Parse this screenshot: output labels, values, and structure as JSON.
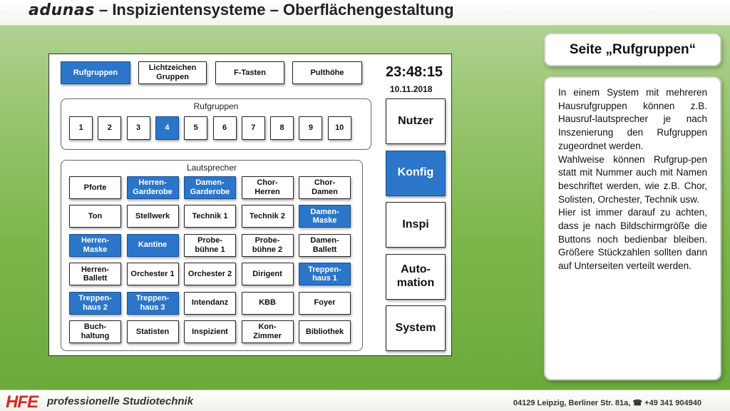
{
  "header": {
    "brand": "adunas",
    "title_rest": " – Inspizientensysteme – Oberflächengestaltung"
  },
  "footer": {
    "logo": "HFE",
    "left": "professionelle Studiotechnik",
    "right": "04129 Leipzig, Berliner Str. 81a, ☎ +49 341 904940"
  },
  "screen": {
    "top_buttons": [
      {
        "label": "Rufgruppen",
        "active": true
      },
      {
        "label": "Lichtzeichen Gruppen",
        "active": false
      },
      {
        "label": "F-Tasten",
        "active": false
      },
      {
        "label": "Pulthöhe",
        "active": false
      }
    ],
    "clock": "23:48:15",
    "date": "10.11.2018",
    "rufgruppen_title": "Rufgruppen",
    "rufgruppen": [
      {
        "label": "1",
        "active": false
      },
      {
        "label": "2",
        "active": false
      },
      {
        "label": "3",
        "active": false
      },
      {
        "label": "4",
        "active": true
      },
      {
        "label": "5",
        "active": false
      },
      {
        "label": "6",
        "active": false
      },
      {
        "label": "7",
        "active": false
      },
      {
        "label": "8",
        "active": false
      },
      {
        "label": "9",
        "active": false
      },
      {
        "label": "10",
        "active": false
      }
    ],
    "lautsprecher_title": "Lautsprecher",
    "lautsprecher": [
      {
        "label": "Pforte",
        "active": false
      },
      {
        "label": "Herren-\nGarderobe",
        "active": true
      },
      {
        "label": "Damen-\nGarderobe",
        "active": true
      },
      {
        "label": "Chor-\nHerren",
        "active": false
      },
      {
        "label": "Chor-\nDamen",
        "active": false
      },
      {
        "label": "Ton",
        "active": false
      },
      {
        "label": "Stellwerk",
        "active": false
      },
      {
        "label": "Technik 1",
        "active": false
      },
      {
        "label": "Technik 2",
        "active": false
      },
      {
        "label": "Damen-\nMaske",
        "active": true
      },
      {
        "label": "Herren-\nMaske",
        "active": true
      },
      {
        "label": "Kantine",
        "active": true
      },
      {
        "label": "Probe-\nbühne 1",
        "active": false
      },
      {
        "label": "Probe-\nbühne 2",
        "active": false
      },
      {
        "label": "Damen-\nBallett",
        "active": false
      },
      {
        "label": "Herren-\nBallett",
        "active": false
      },
      {
        "label": "Orchester 1",
        "active": false
      },
      {
        "label": "Orchester 2",
        "active": false
      },
      {
        "label": "Dirigent",
        "active": false
      },
      {
        "label": "Treppen-\nhaus 1",
        "active": true
      },
      {
        "label": "Treppen-\nhaus 2",
        "active": true
      },
      {
        "label": "Treppen-\nhaus 3",
        "active": true
      },
      {
        "label": "Intendanz",
        "active": false
      },
      {
        "label": "KBB",
        "active": false
      },
      {
        "label": "Foyer",
        "active": false
      },
      {
        "label": "Buch-\nhaltung",
        "active": false
      },
      {
        "label": "Statisten",
        "active": false
      },
      {
        "label": "Inspizient",
        "active": false
      },
      {
        "label": "Kon-\nZimmer",
        "active": false
      },
      {
        "label": "Bibliothek",
        "active": false
      }
    ],
    "side_buttons": [
      {
        "label": "Nutzer",
        "active": false
      },
      {
        "label": "Konfig",
        "active": true
      },
      {
        "label": "Inspi",
        "active": false
      },
      {
        "label": "Auto-\nmation",
        "active": false
      },
      {
        "label": "System",
        "active": false
      }
    ],
    "active_color": "#2b76c9"
  },
  "right_panel": {
    "title": "Seite „Rufgruppen“",
    "paragraphs": [
      "In einem System mit mehreren Hausrufgruppen können z.B. Hausruf-lautsprecher je nach Inszenierung den Rufgruppen zugeordnet werden.",
      "Wahlweise können Rufgrup-pen statt mit Nummer auch mit Namen beschriftet werden, wie z.B. Chor, Solisten, Orchester, Technik usw.",
      "Hier ist immer darauf zu achten, dass je nach Bildschirmgröße die Buttons noch bedienbar bleiben. Größere Stückzahlen sollten dann auf Unterseiten verteilt werden."
    ]
  }
}
